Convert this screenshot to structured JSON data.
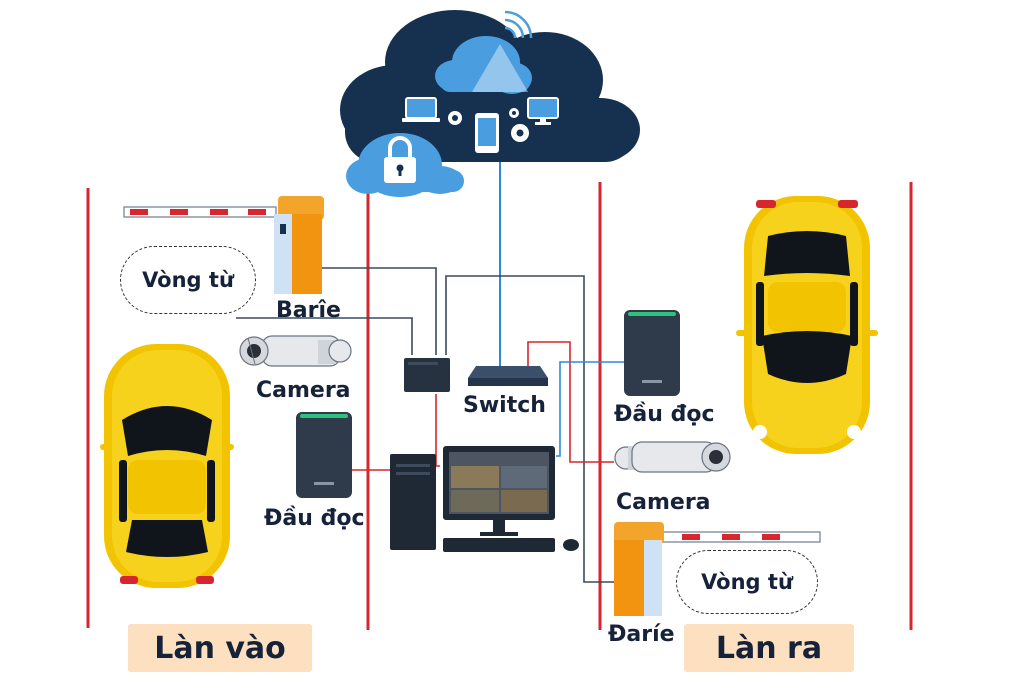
{
  "labels": {
    "vong_tu_left": "Vòng từ",
    "barie_left": "Barîe",
    "camera_left": "Camera",
    "dau_doc_left": "Đầu đọc",
    "switch": "Switch",
    "dau_doc_right": "Đầu đọc",
    "camera_right": "Camera",
    "vong_tu_right": "Vòng từ",
    "barie_right": "Đaríe"
  },
  "lanes": {
    "entry": "Làn vào",
    "exit": "Làn ra"
  },
  "colors": {
    "lane_line": "#d7262e",
    "wire_dark": "#3a4a5c",
    "wire_red": "#d7262e",
    "wire_blue": "#2e8ad8",
    "cloud": "#16314f",
    "car": "#f2c300",
    "barrier": "#f29410",
    "lane_bg": "#fce0c0"
  },
  "icons": [
    "cloud-icon",
    "lock-icon",
    "wifi-icon",
    "laptop-icon",
    "phone-icon",
    "monitor-icon",
    "gear-icon",
    "server-icon",
    "switch-icon",
    "card-reader-icon",
    "camera-icon",
    "barrier-icon",
    "car-icon",
    "computer-icon"
  ]
}
